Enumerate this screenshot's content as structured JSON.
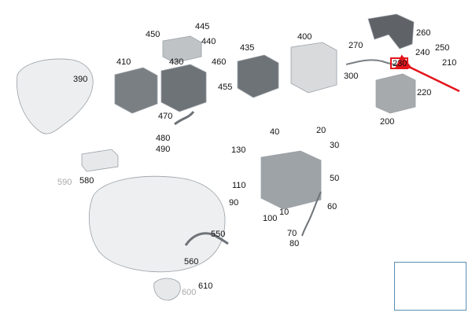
{
  "accent": "#e3141b",
  "frame_color": "#5a8fb5",
  "labels": [
    {
      "id": "445",
      "text": "445"
    },
    {
      "id": "450",
      "text": "450"
    },
    {
      "id": "440",
      "text": "440"
    },
    {
      "id": "460",
      "text": "460"
    },
    {
      "id": "435",
      "text": "435"
    },
    {
      "id": "400",
      "text": "400"
    },
    {
      "id": "410",
      "text": "410"
    },
    {
      "id": "430",
      "text": "430"
    },
    {
      "id": "455",
      "text": "455"
    },
    {
      "id": "390",
      "text": "390"
    },
    {
      "id": "270",
      "text": "270"
    },
    {
      "id": "260",
      "text": "260"
    },
    {
      "id": "250",
      "text": "250"
    },
    {
      "id": "240",
      "text": "240"
    },
    {
      "id": "230",
      "text": "230"
    },
    {
      "id": "210",
      "text": "210"
    },
    {
      "id": "300",
      "text": "300"
    },
    {
      "id": "220",
      "text": "220"
    },
    {
      "id": "200",
      "text": "200"
    },
    {
      "id": "470",
      "text": "470"
    },
    {
      "id": "480",
      "text": "480"
    },
    {
      "id": "490",
      "text": "490"
    },
    {
      "id": "40",
      "text": "40"
    },
    {
      "id": "20",
      "text": "20"
    },
    {
      "id": "130",
      "text": "130"
    },
    {
      "id": "30",
      "text": "30"
    },
    {
      "id": "590",
      "text": "590"
    },
    {
      "id": "580",
      "text": "580"
    },
    {
      "id": "110",
      "text": "110"
    },
    {
      "id": "50",
      "text": "50"
    },
    {
      "id": "90",
      "text": "90"
    },
    {
      "id": "100",
      "text": "100"
    },
    {
      "id": "10",
      "text": "10"
    },
    {
      "id": "60",
      "text": "60"
    },
    {
      "id": "550",
      "text": "550"
    },
    {
      "id": "70",
      "text": "70"
    },
    {
      "id": "80",
      "text": "80"
    },
    {
      "id": "560",
      "text": "560"
    },
    {
      "id": "610",
      "text": "610"
    },
    {
      "id": "600",
      "text": "600"
    }
  ],
  "highlighted_label": "230"
}
